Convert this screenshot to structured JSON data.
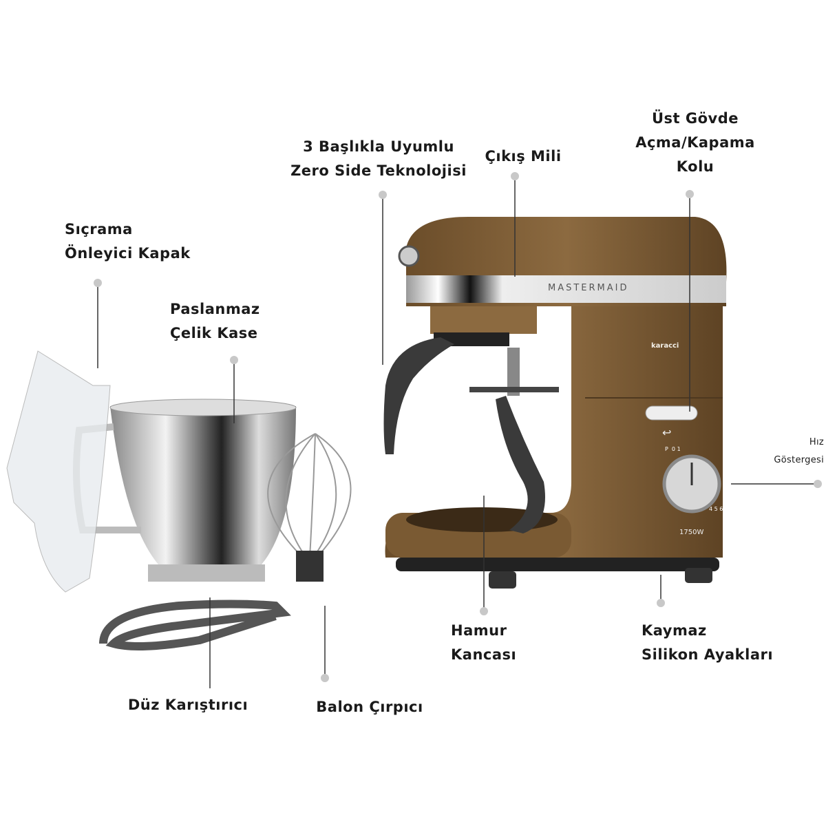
{
  "labels": {
    "zero_side": [
      "3 Başlıkla Uyumlu",
      "Zero Side Teknolojisi"
    ],
    "output_shaft": [
      "Çıkış Mili"
    ],
    "top_body_lever": [
      "Üst Gövde",
      "Açma/Kapama",
      "Kolu"
    ],
    "splash_guard": [
      "Sıçrama",
      "Önleyici Kapak"
    ],
    "steel_bowl": [
      "Paslanmaz",
      "Çelik Kase"
    ],
    "speed_indicator": [
      "Hız",
      "Göstergesi"
    ],
    "dough_hook": [
      "Hamur",
      "Kancası"
    ],
    "silicone_feet": [
      "Kaymaz",
      "Silikon Ayakları"
    ],
    "flat_beater": [
      "Düz Karıştırıcı"
    ],
    "balloon_whisk": [
      "Balon Çırpıcı"
    ]
  },
  "product": {
    "model": "MASTERMAID",
    "brand": "karacci",
    "power": "1750W",
    "dial_marks": [
      "P",
      "0",
      "1",
      "4",
      "5",
      "6"
    ]
  },
  "colors": {
    "body": "#7a5a33",
    "leader": "#333333",
    "dot": "#c8c8c8"
  }
}
